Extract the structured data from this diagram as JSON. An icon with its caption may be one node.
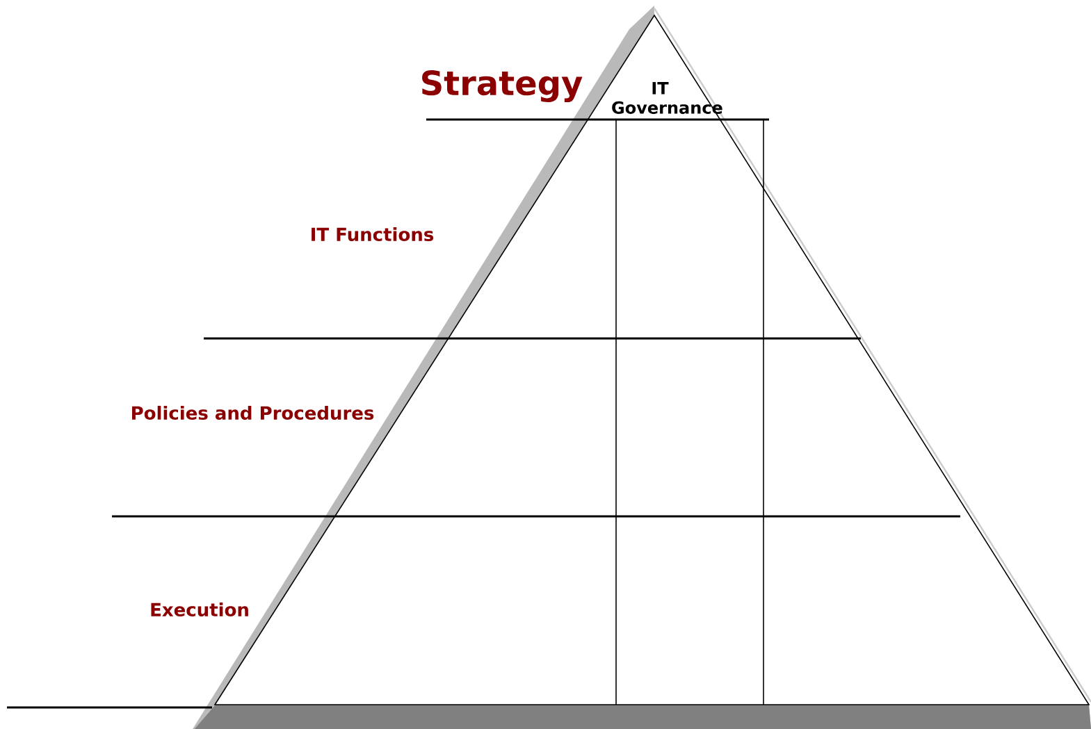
{
  "diagram": {
    "labels": [
      "Strategy",
      "IT Governance",
      "IT Functions",
      "Policies and Procedures",
      "Execution"
    ]
  }
}
